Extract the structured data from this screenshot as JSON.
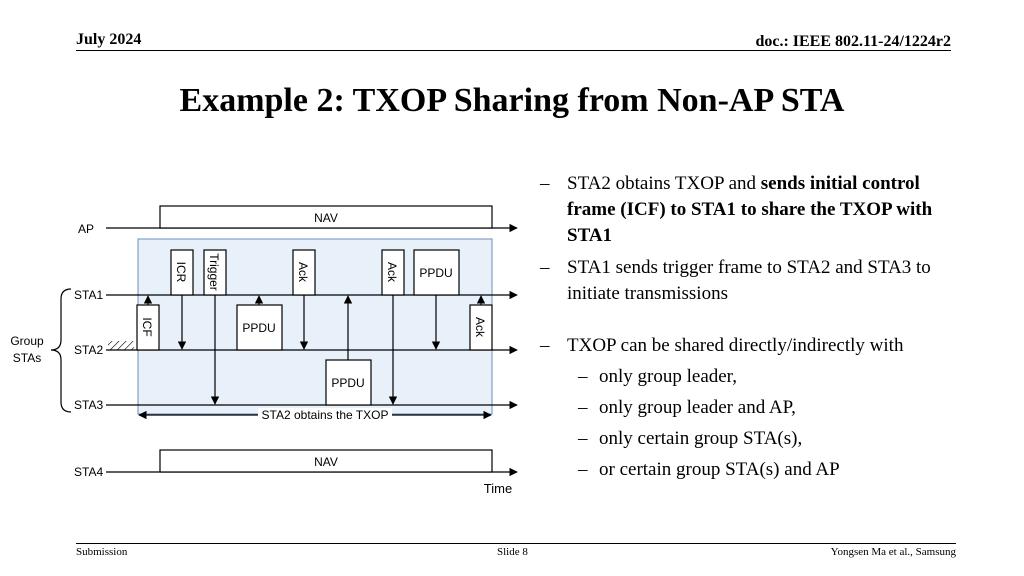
{
  "header": {
    "date": "July 2024",
    "doc": "doc.: IEEE 802.11-24/1224r2"
  },
  "title": "Example 2: TXOP Sharing from Non-AP STA",
  "diagram": {
    "rows": {
      "ap": "AP",
      "sta1": "STA1",
      "sta2": "STA2",
      "sta3": "STA3",
      "sta4": "STA4"
    },
    "group_label_1": "Group",
    "group_label_2": "STAs",
    "nav": "NAV",
    "frames": {
      "icr": "ICR",
      "trigger": "Trigger",
      "ack1": "Ack",
      "ack2": "Ack",
      "ack3": "Ack",
      "ppdu_sta1": "PPDU",
      "ppdu_sta2": "PPDU",
      "ppdu_sta3": "PPDU",
      "icf": "ICF"
    },
    "txop_span": "STA2 obtains the TXOP",
    "time": "Time"
  },
  "bullets": {
    "b1_plain": "STA2 obtains TXOP and ",
    "b1_bold": "sends initial control frame (ICF) to STA1 to share the TXOP with STA1",
    "b2": "STA1 sends trigger frame to STA2 and STA3 to initiate transmissions",
    "b3": "TXOP can be shared directly/indirectly with",
    "sub": [
      "only group leader,",
      "only group leader and AP,",
      "only certain group STA(s),",
      "or certain group STA(s) and AP"
    ]
  },
  "footer": {
    "left": "Submission",
    "center": "Slide 8",
    "right": "Yongsen Ma et al., Samsung"
  },
  "colors": {
    "txop_region": "#e8f0fa",
    "txop_border": "#6c8ebf"
  }
}
